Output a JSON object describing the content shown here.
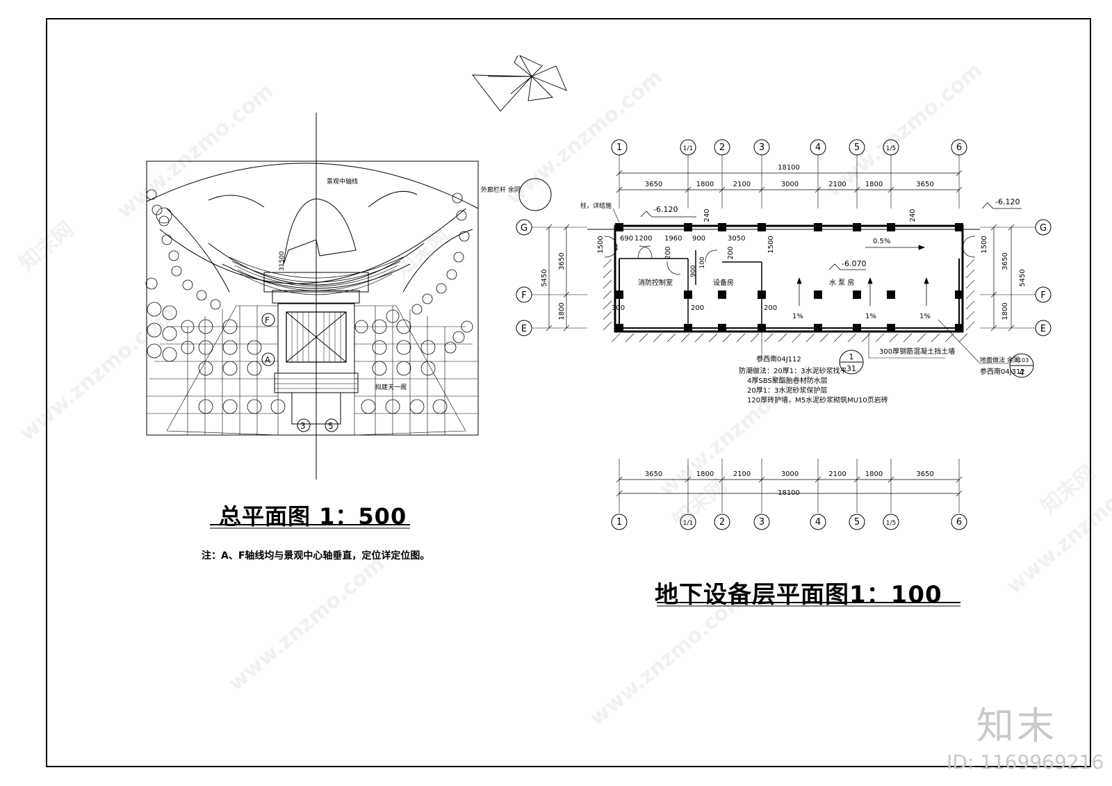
{
  "site_plan": {
    "title": "总平面图 1：500",
    "axis_label": "景观中轴线",
    "gate_label": "拟建天一阁",
    "dim_label": "31500",
    "axes": {
      "A": "A",
      "F": "F",
      "b3": "3",
      "b5": "5"
    },
    "note": "注：A、F轴线均与景观中心轴垂直，定位详定位图。"
  },
  "basement_plan": {
    "title": "地下设备层平面图1：100",
    "grid_columns": [
      "1",
      "1/1",
      "2",
      "3",
      "4",
      "5",
      "1/5",
      "6"
    ],
    "grid_rows": [
      "G",
      "F",
      "E"
    ],
    "top_total": "18100",
    "top_dims": [
      "3650",
      "1800",
      "2100",
      "3000",
      "2100",
      "1800",
      "3650"
    ],
    "bottom_dims": [
      "3650",
      "1800",
      "2100",
      "3000",
      "2100",
      "1800",
      "3650"
    ],
    "bottom_total": "18100",
    "left_dims": {
      "total": "5450",
      "upper": "3650",
      "lower": "1800",
      "door": "1500"
    },
    "right_dims": {
      "total": "5450",
      "upper": "3650",
      "lower": "1800",
      "door": "1500"
    },
    "inner_dims": [
      "690",
      "1200",
      "1960",
      "900",
      "3050",
      "1500",
      "240",
      "240",
      "200",
      "200",
      "200",
      "200",
      "300",
      "900",
      "100"
    ],
    "rooms": {
      "fire_control": "消防控制室",
      "equipment": "设备房",
      "pump": "水 泵 房"
    },
    "levels": {
      "left": "-6.120",
      "right": "-6.120",
      "floor": "-6.070"
    },
    "slopes": {
      "top": "0.5%",
      "s1": "1%",
      "s2": "1%",
      "s3": "1%"
    },
    "labels": {
      "railing": "外廊栏杆  余同",
      "column": "柱，详结施",
      "ref_left": "参西南04J112",
      "wall": "300厚钢筋混凝土挡土墙",
      "floor_finish": "地面做法  余同",
      "ref_right": "参西南04J312",
      "waterproof_1": "防潮做法：20厚1：3水泥砂浆找平",
      "waterproof_2": "4厚SBS聚酯胎卷材防水层",
      "waterproof_3": "20厚1：3水泥砂浆保护层",
      "waterproof_4": "120厚砖护墙，M5水泥砂浆砌筑MU10页岩砖"
    },
    "detail_tag_left": {
      "top": "1",
      "bottom": "31"
    },
    "detail_tag_right": {
      "top": "3103",
      "bottom": "4"
    }
  },
  "watermark": {
    "brand": "知末",
    "id": "ID: 1169969216",
    "url": "www.znzmo.com",
    "site": "知末网"
  }
}
